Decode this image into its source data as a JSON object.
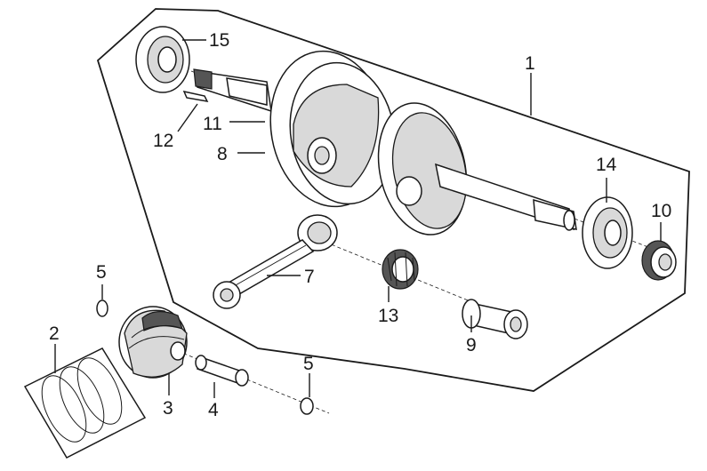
{
  "callouts": {
    "c1": "1",
    "c2": "2",
    "c3": "3",
    "c4": "4",
    "c5a": "5",
    "c5b": "5",
    "c7": "7",
    "c8": "8",
    "c9": "9",
    "c10": "10",
    "c11": "11",
    "c12": "12",
    "c13": "13",
    "c14": "14",
    "c15": "15"
  }
}
